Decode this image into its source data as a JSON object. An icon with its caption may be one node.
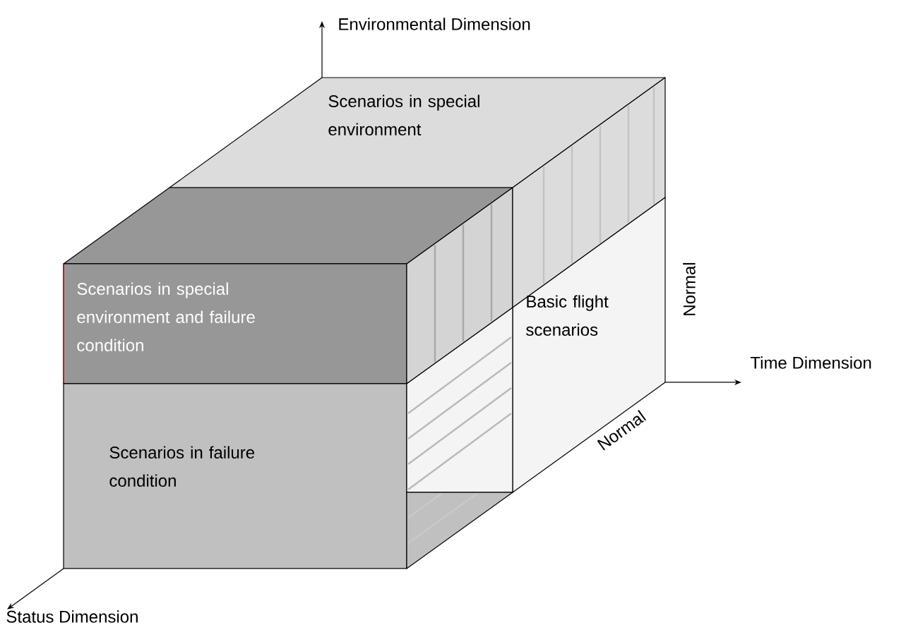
{
  "diagram": {
    "nodes": [
      {
        "text": [
          "Scenarios in special environment"
        ]
      },
      {
        "text": [],
        "shape": "box"
      },
      {
        "text": [
          "Scenarios in special environment and failure condition"
        ]
      },
      {
        "text": [],
        "shape": "box"
      },
      {
        "text": [],
        "shape": "box"
      },
      {
        "text": [
          "Basic flight scenarios"
        ]
      },
      {
        "text": [
          "Scenarios in failure condition"
        ]
      },
      {
        "text": [],
        "shape": "box"
      },
      {
        "text": [],
        "shape": "box"
      }
    ],
    "labels": [
      "Environmental Dimension",
      "Normal",
      "Time Dimension",
      "Normal",
      "Status Dimension"
    ]
  }
}
